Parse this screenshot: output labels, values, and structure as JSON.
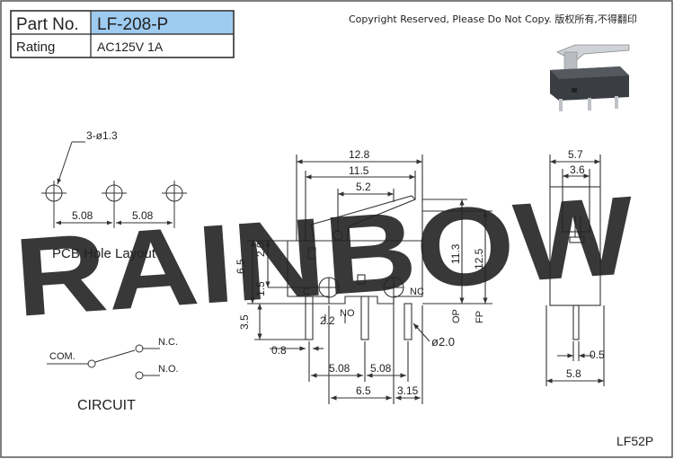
{
  "title_table": {
    "part_no_label": "Part No.",
    "part_no_value": "LF-208-P",
    "rating_label": "Rating",
    "rating_value": "AC125V  1A"
  },
  "copyright": "Copyright Reserved, Please Do Not Copy. 版权所有,不得翻印",
  "watermark": "RAINBOW",
  "pcb": {
    "hole_spec": "3-ø1.3",
    "spacing_1": "5.08",
    "spacing_2": "5.08",
    "caption": "PCB Hole Layout"
  },
  "circuit": {
    "com_label": "COM.",
    "nc_label": "N.C.",
    "no_label": "N.O.",
    "caption": "CIRCUIT"
  },
  "front_view": {
    "dim_top_width": "12.8",
    "dim_body_width": "11.5",
    "dim_lever": "5.2",
    "dim_height_left": "6.5",
    "dim_top_to_hole": "2.0",
    "dim_hole_offset": "1.5",
    "dim_pin_length": "3.5",
    "dim_pin_width": "0.8",
    "dim_height_op": "11.3",
    "dim_height_fp": "12.5",
    "op_label": "OP",
    "fp_label": "FP",
    "dim_hole_spacing": "2.2",
    "terminal_c": "C",
    "terminal_no": "NO",
    "terminal_nc": "NC",
    "dim_pin_diameter": "ø2.0",
    "dim_pitch_1": "5.08",
    "dim_pitch_2": "5.08",
    "dim_bottom_1": "6.5",
    "dim_bottom_2": "3.15"
  },
  "side_view": {
    "dim_top": "5.7",
    "dim_inner": "3.6",
    "dim_pin": "0.5",
    "dim_bottom": "5.8"
  },
  "model_code": "LF52P",
  "colors": {
    "watermark": "#5fcfa8",
    "header_fill": "#9ecbf0",
    "line": "#333333"
  }
}
